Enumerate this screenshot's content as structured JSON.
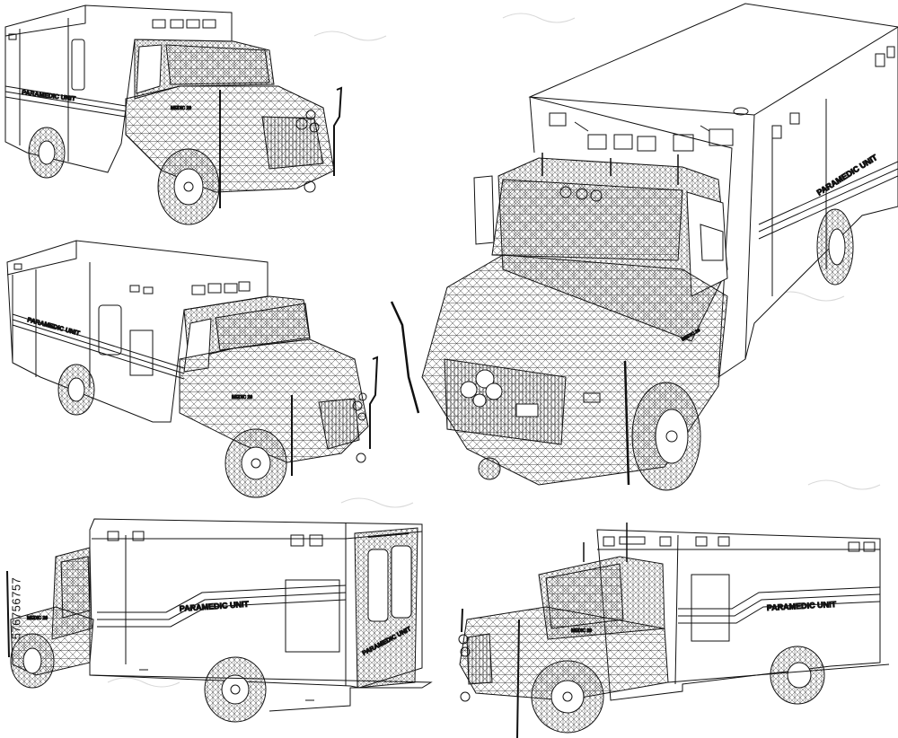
{
  "vehicle_label": "PARAMEDIC UNIT",
  "cab_label": "MEDIC 20",
  "stock_id": "576756757",
  "colors": {
    "line": "#111111",
    "background": "#ffffff",
    "watermark": "#d8d8d8"
  },
  "views": [
    {
      "name": "front-three-quarter-left"
    },
    {
      "name": "front-three-quarter-left-low"
    },
    {
      "name": "front-high-right"
    },
    {
      "name": "rear-three-quarter-left"
    },
    {
      "name": "front-three-quarter-left-far"
    }
  ]
}
